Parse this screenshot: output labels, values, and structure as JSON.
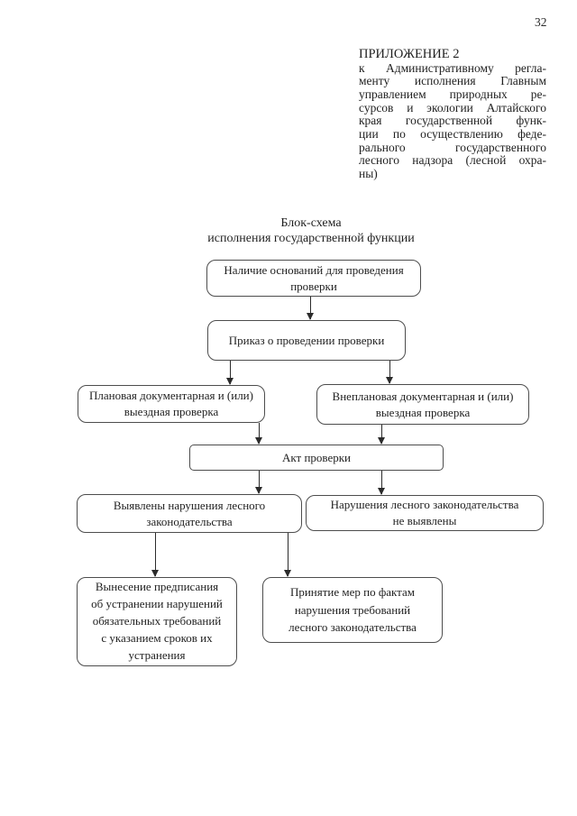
{
  "page": {
    "number": "32"
  },
  "header": {
    "appendix_title": "ПРИЛОЖЕНИЕ 2",
    "lines": [
      "к Административному регла-",
      "менту исполнения Главным",
      "управлением природных ре-",
      "сурсов и экологии Алтайского",
      "края государственной функ-",
      "ции по осуществлению феде-",
      "рального государственного",
      "лесного надзора (лесной охра-",
      "ны)"
    ]
  },
  "diagram": {
    "title_line1": "Блок-схема",
    "title_line2": "исполнения государственной функции",
    "nodes": [
      {
        "id": "grounds",
        "text": "Наличие оснований для проведения\nпроверки"
      },
      {
        "id": "order",
        "text": "Приказ о проведении проверки"
      },
      {
        "id": "planned-inspection",
        "text": "Плановая документарная и (или)\nвыездная проверка"
      },
      {
        "id": "unplanned-inspection",
        "text": "Внеплановая документарная и (или)\nвыездная проверка"
      },
      {
        "id": "inspection-act",
        "text": "Акт проверки"
      },
      {
        "id": "violations-found",
        "text": "Выявлены нарушения лесного\nзаконодательства"
      },
      {
        "id": "no-violations-found",
        "text": "Нарушения лесного законодательства\nне выявлены"
      },
      {
        "id": "issue-prescription",
        "text": "Вынесение предписания\nоб устранении нарушений\nобязательных требований\nс указанием сроков их\nустранения"
      },
      {
        "id": "take-measures",
        "text": "Принятие мер по фактам\nнарушения требований\nлесного законодательства"
      }
    ],
    "edges": [
      [
        "grounds",
        "order"
      ],
      [
        "order",
        "planned-inspection"
      ],
      [
        "order",
        "unplanned-inspection"
      ],
      [
        "planned-inspection",
        "inspection-act"
      ],
      [
        "unplanned-inspection",
        "inspection-act"
      ],
      [
        "inspection-act",
        "violations-found"
      ],
      [
        "inspection-act",
        "no-violations-found"
      ],
      [
        "violations-found",
        "issue-prescription"
      ],
      [
        "violations-found",
        "take-measures"
      ]
    ],
    "colors": {
      "background": "#ffffff",
      "text": "#1f1f1f",
      "node_border": "#4d4d4d",
      "arrow": "#2b2b2b"
    }
  }
}
